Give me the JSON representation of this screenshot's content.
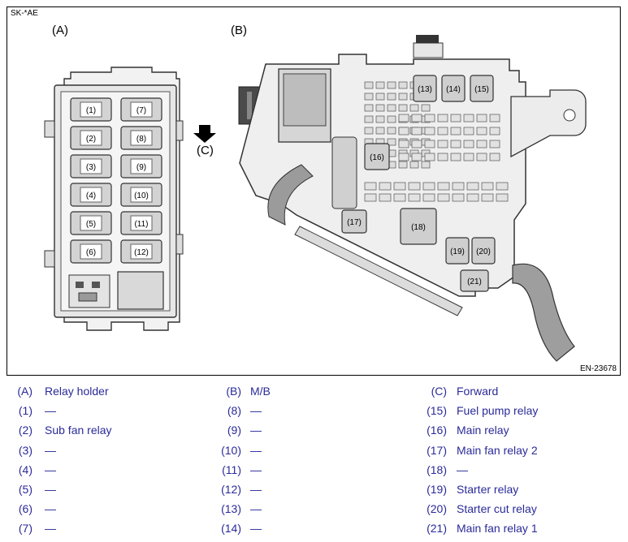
{
  "figure": {
    "code": "SK-*AE",
    "id": "EN-23678",
    "panel_a": "(A)",
    "panel_b": "(B)",
    "arrow_label": "(C)",
    "relay_labels_a": [
      "(1)",
      "(2)",
      "(3)",
      "(4)",
      "(5)",
      "(6)",
      "(7)",
      "(8)",
      "(9)",
      "(10)",
      "(11)",
      "(12)"
    ],
    "relay_labels_b": [
      "(13)",
      "(14)",
      "(15)",
      "(16)",
      "(17)",
      "(18)",
      "(19)",
      "(20)",
      "(21)"
    ]
  },
  "legend": {
    "col1": [
      {
        "num": "(A)",
        "text": "Relay holder"
      },
      {
        "num": "(1)",
        "text": "—"
      },
      {
        "num": "(2)",
        "text": "Sub fan relay"
      },
      {
        "num": "(3)",
        "text": "—"
      },
      {
        "num": "(4)",
        "text": "—"
      },
      {
        "num": "(5)",
        "text": "—"
      },
      {
        "num": "(6)",
        "text": "—"
      },
      {
        "num": "(7)",
        "text": "—"
      }
    ],
    "col2": [
      {
        "num": "(B)",
        "text": "M/B"
      },
      {
        "num": "(8)",
        "text": "—"
      },
      {
        "num": "(9)",
        "text": "—"
      },
      {
        "num": "(10)",
        "text": "—"
      },
      {
        "num": "(11)",
        "text": "—"
      },
      {
        "num": "(12)",
        "text": "—"
      },
      {
        "num": "(13)",
        "text": "—"
      },
      {
        "num": "(14)",
        "text": "—"
      }
    ],
    "col3": [
      {
        "num": "(C)",
        "text": "Forward"
      },
      {
        "num": "(15)",
        "text": "Fuel pump relay"
      },
      {
        "num": "(16)",
        "text": "Main relay"
      },
      {
        "num": "(17)",
        "text": "Main fan relay 2"
      },
      {
        "num": "(18)",
        "text": "—"
      },
      {
        "num": "(19)",
        "text": "Starter relay"
      },
      {
        "num": "(20)",
        "text": "Starter cut relay"
      },
      {
        "num": "(21)",
        "text": "Main fan relay 1"
      }
    ]
  }
}
